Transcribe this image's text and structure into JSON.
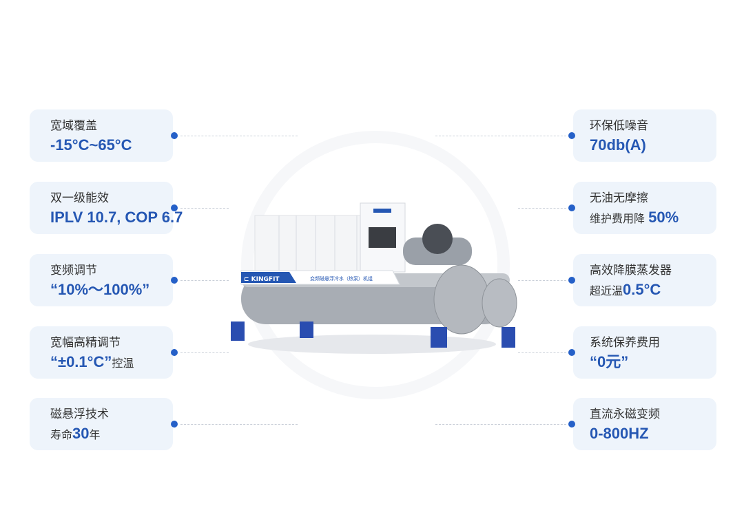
{
  "left": [
    {
      "label": "宽域覆盖",
      "prefix": "",
      "highlight": "-15°C~65°C",
      "suffix": ""
    },
    {
      "label": "双一级能效",
      "prefix": "",
      "highlight": "IPLV 10.7, COP 6.7",
      "suffix": ""
    },
    {
      "label": "变频调节",
      "prefix": "",
      "highlight": "“10%～100%”",
      "suffix": ""
    },
    {
      "label": "宽幅高精调节",
      "prefix": "",
      "highlight": "“±0.1°C”",
      "suffix": "控温"
    },
    {
      "label": "磁悬浮技术",
      "prefix": "寿命",
      "highlight": "30",
      "suffix": "年"
    }
  ],
  "right": [
    {
      "label": "环保低噪音",
      "prefix": "",
      "highlight": "70db(A)",
      "suffix": ""
    },
    {
      "label": "无油无摩擦",
      "prefix": "维护费用降 ",
      "highlight": "50%",
      "suffix": ""
    },
    {
      "label": "高效降膜蒸发器",
      "prefix": "超近温",
      "highlight": "0.5°C",
      "suffix": ""
    },
    {
      "label": "系统保养费用",
      "prefix": "",
      "highlight": "“0元”",
      "suffix": ""
    },
    {
      "label": "直流永磁变频",
      "prefix": "",
      "highlight": "0-800HZ",
      "suffix": ""
    }
  ],
  "product": {
    "brand": "KINGFIT",
    "name": "变频磁悬浮冷水（热泵）机组"
  },
  "colors": {
    "accent": "#2557b3",
    "card": "#eef4fb"
  }
}
